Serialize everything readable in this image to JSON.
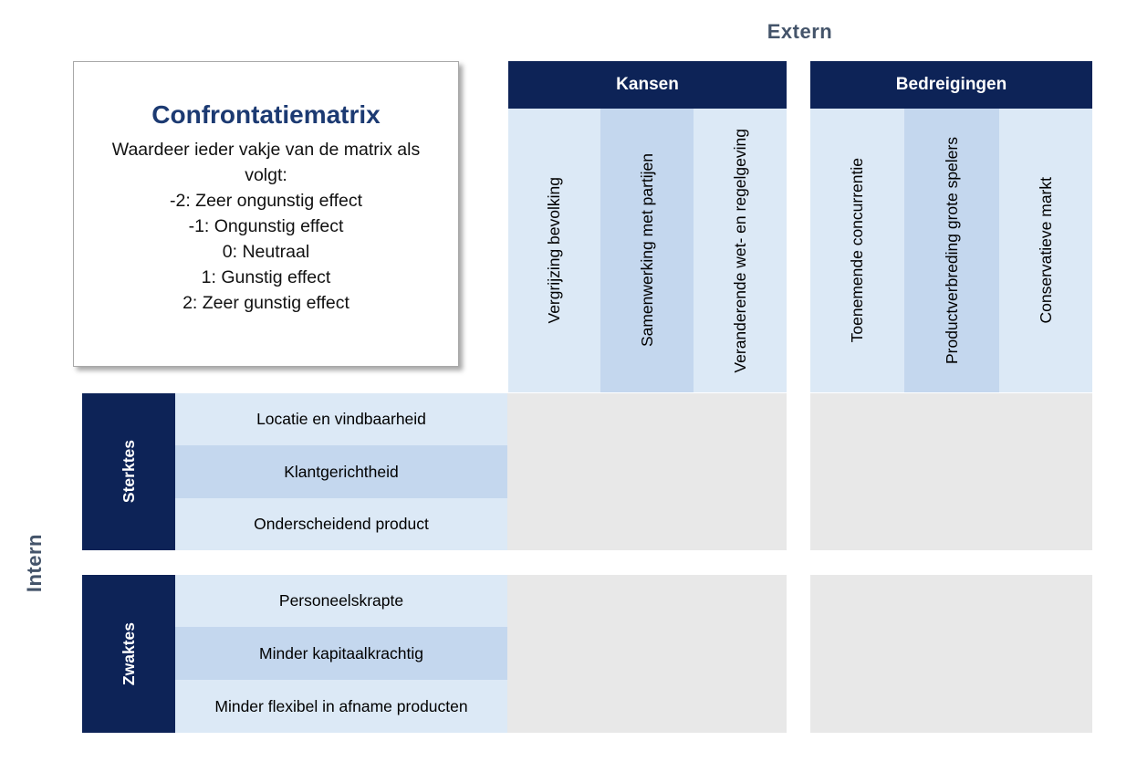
{
  "axes": {
    "extern_label": "Extern",
    "intern_label": "Intern"
  },
  "legend": {
    "title": "Confrontatiematrix",
    "intro": "Waardeer ieder vakje van de matrix als volgt:",
    "scale": [
      "-2:  Zeer ongunstig effect",
      "-1:  Ongunstig effect",
      "0: Neutraal",
      "1: Gunstig effect",
      "2:  Zeer gunstig effect"
    ]
  },
  "columns": {
    "groups": [
      {
        "label": "Kansen",
        "items": [
          "Vergrijzing bevolking",
          "Samenwerking met partijen",
          "Veranderende wet- en regelgeving"
        ]
      },
      {
        "label": "Bedreigingen",
        "items": [
          "Toenemende concurrentie",
          "Productverbreding grote spelers",
          "Conservatieve markt"
        ]
      }
    ]
  },
  "rows": {
    "groups": [
      {
        "label": "Sterktes",
        "items": [
          "Locatie en vindbaarheid",
          "Klantgerichtheid",
          "Onderscheidend product"
        ]
      },
      {
        "label": "Zwaktes",
        "items": [
          "Personeelskrapte",
          "Minder kapitaalkrachtig",
          "Minder flexibel in afname producten"
        ]
      }
    ]
  },
  "colors": {
    "navy": "#0d2357",
    "light_blue": "#dce9f6",
    "mid_blue": "#c4d7ee",
    "cell_grey": "#e8e8e8",
    "axis_label": "#44546a",
    "title_navy": "#1c3a72"
  }
}
